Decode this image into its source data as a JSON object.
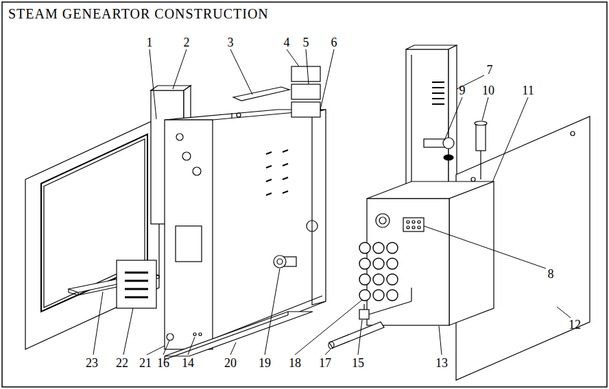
{
  "diagram": {
    "title": "STEAM GENEARTOR CONSTRUCTION",
    "labels": [
      "1",
      "2",
      "3",
      "4",
      "5",
      "6",
      "7",
      "9",
      "10",
      "11",
      "8",
      "12",
      "23",
      "22",
      "21",
      "16",
      "14",
      "20",
      "19",
      "18",
      "17",
      "15",
      "13"
    ]
  }
}
